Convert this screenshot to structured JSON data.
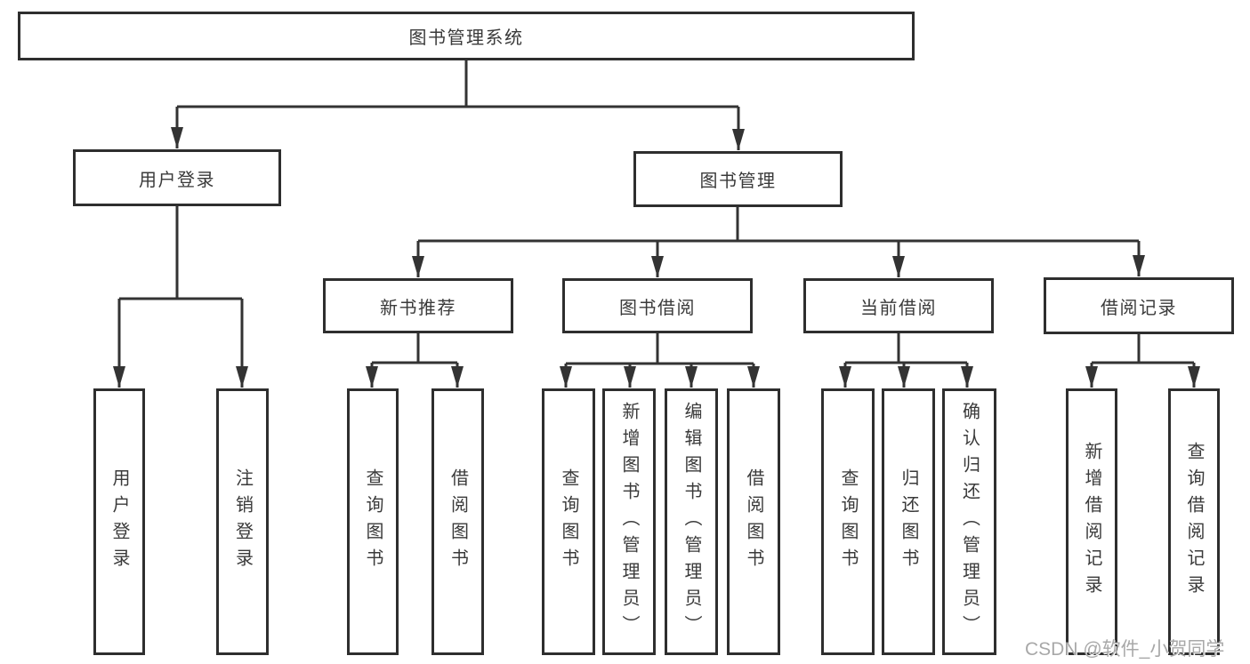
{
  "diagram": {
    "type": "tree",
    "root": {
      "label": "图书管理系统"
    },
    "level2": [
      {
        "label": "用户登录",
        "parent": "图书管理系统"
      },
      {
        "label": "图书管理",
        "parent": "图书管理系统"
      }
    ],
    "level3": [
      {
        "label": "新书推荐",
        "parent": "图书管理"
      },
      {
        "label": "图书借阅",
        "parent": "图书管理"
      },
      {
        "label": "当前借阅",
        "parent": "图书管理"
      },
      {
        "label": "借阅记录",
        "parent": "图书管理"
      }
    ],
    "leaves": [
      {
        "label": "用户登录",
        "parent": "用户登录"
      },
      {
        "label": "注销登录",
        "parent": "用户登录"
      },
      {
        "label": "查询图书",
        "parent": "新书推荐"
      },
      {
        "label": "借阅图书",
        "parent": "新书推荐"
      },
      {
        "label": "查询图书",
        "parent": "图书借阅"
      },
      {
        "label": "新增图书（管理员）",
        "parent": "图书借阅"
      },
      {
        "label": "编辑图书（管理员）",
        "parent": "图书借阅"
      },
      {
        "label": "借阅图书",
        "parent": "图书借阅"
      },
      {
        "label": "查询图书",
        "parent": "当前借阅"
      },
      {
        "label": "归还图书",
        "parent": "当前借阅"
      },
      {
        "label": "确认归还（管理员）",
        "parent": "当前借阅"
      },
      {
        "label": "新增借阅记录",
        "parent": "借阅记录"
      },
      {
        "label": "查询借阅记录",
        "parent": "借阅记录"
      }
    ],
    "watermark": "CSDN @软件_小贺同学",
    "colors": {
      "line": "#333333",
      "box_border": "#2e2e2e",
      "text": "#3a3a3a",
      "watermark": "#a8a8a8",
      "background": "#ffffff"
    }
  }
}
